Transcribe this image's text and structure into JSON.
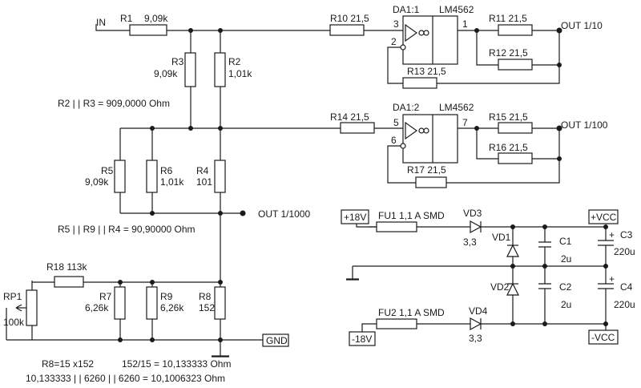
{
  "labels": {
    "in": "IN",
    "r1": "R1",
    "r1v": "9,09k",
    "r2": "R2",
    "r2v": "1,01k",
    "r3": "R3",
    "r3v": "9,09k",
    "r4": "R4",
    "r4v": "101",
    "r5": "R5",
    "r5v": "9,09k",
    "r6": "R6",
    "r6v": "1,01k",
    "r7": "R7",
    "r7v": "6,26k",
    "r8": "R8",
    "r8v": "152",
    "r9": "R9",
    "r9v": "6,26k",
    "r10": "R10 21,5",
    "r11": "R11 21,5",
    "r12": "R12 21,5",
    "r13": "R13 21,5",
    "r14": "R14 21,5",
    "r15": "R15 21,5",
    "r16": "R16 21,5",
    "r17": "R17 21,5",
    "r18": "R18 113k",
    "rp1": "RP1",
    "rp1v": "100k",
    "da1a": "DA1:1",
    "da1b": "DA1:2",
    "lm_a": "LM4562",
    "lm_b": "LM4562",
    "pin3": "3",
    "pin2": "2",
    "pin1": "1",
    "pin5": "5",
    "pin6": "6",
    "pin7": "7",
    "out10": "OUT 1/10",
    "out100": "OUT 1/100",
    "out1000": "OUT 1/1000",
    "gnd": "GND",
    "plus18": "+18V",
    "minus18": "-18V",
    "pvcc": "+VCC",
    "mvcc": "-VCC",
    "fu1": "FU1 1,1 A SMD",
    "fu2": "FU2 1,1 A SMD",
    "vd3": "VD3",
    "vd3v": "3,3",
    "vd4": "VD4",
    "vd4v": "3,3",
    "vd1": "VD1",
    "vd2": "VD2",
    "c1": "C1",
    "c1v": "2u",
    "c2": "C2",
    "c2v": "2u",
    "c3": "C3",
    "c3v": "220u",
    "c4": "C4",
    "c4v": "220u",
    "plus_c3": "+",
    "plus_c4": "+"
  },
  "notes": {
    "n1": "R2 | | R3 = 909,0000 Ohm",
    "n2": "R5 | | R9 | | R4 = 90,90000 Ohm",
    "n3": "R8=15 x152",
    "n4": "152/15 = 10,133333 Ohm",
    "n5": "10,133333 | | 6260 | | 6260 = 10,1006323 Ohm"
  }
}
